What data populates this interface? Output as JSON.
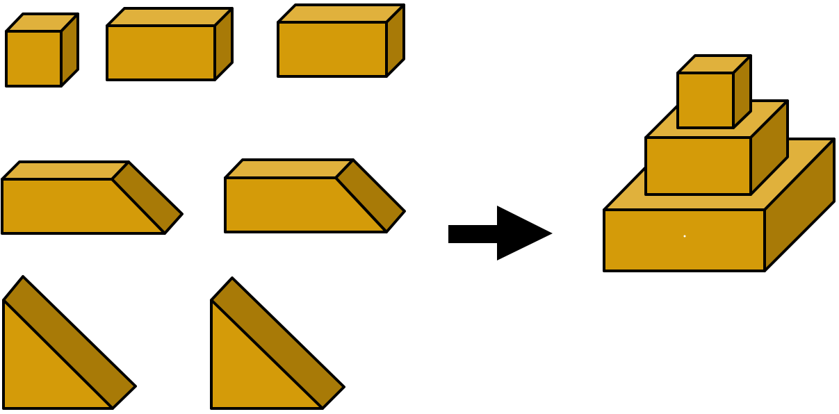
{
  "colors": {
    "front": "#d49b09",
    "top": "#e0b13c",
    "side": "#a87a07",
    "outline": "#000000",
    "arrow": "#000000",
    "background": "#ffffff"
  },
  "pieces": [
    {
      "id": "cube",
      "shape": "cube"
    },
    {
      "id": "brick-1",
      "shape": "rectangular-block"
    },
    {
      "id": "brick-2",
      "shape": "rectangular-block"
    },
    {
      "id": "ramp-1",
      "shape": "beveled-block"
    },
    {
      "id": "ramp-2",
      "shape": "beveled-block"
    },
    {
      "id": "wedge-1",
      "shape": "triangular-wedge"
    },
    {
      "id": "wedge-2",
      "shape": "triangular-wedge"
    }
  ],
  "arrow": {
    "icon": "right-arrow-icon",
    "direction": "right"
  },
  "result": {
    "shape": "stepped-pyramid",
    "tiers": 3
  }
}
